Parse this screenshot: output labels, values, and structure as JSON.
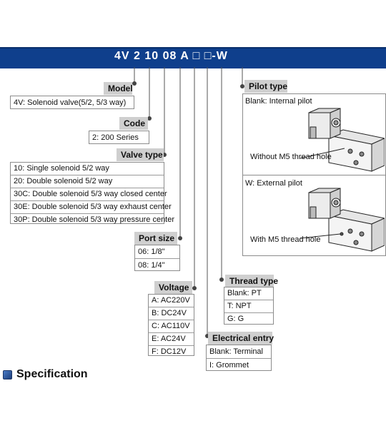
{
  "model_code": "4V 2 10 08 A □ □-W",
  "model": {
    "title": "Model",
    "rows": [
      "4V: Solenoid valve(5/2, 5/3 way)"
    ]
  },
  "code": {
    "title": "Code",
    "rows": [
      "2: 200 Series"
    ]
  },
  "valve_type": {
    "title": "Valve type",
    "rows": [
      "10: Single solenoid 5/2 way",
      "20: Double solenoid 5/2 way",
      "30C: Double solenoid 5/3 way closed center",
      "30E: Double solenoid 5/3 way exhaust center",
      "30P: Double solenoid 5/3 way pressure center"
    ]
  },
  "port_size": {
    "title": "Port size",
    "rows": [
      "06: 1/8\"",
      "08: 1/4\""
    ]
  },
  "voltage": {
    "title": "Voltage",
    "rows": [
      "A: AC220V",
      "B: DC24V",
      "C: AC110V",
      "E: AC24V",
      "F: DC12V"
    ]
  },
  "electrical_entry": {
    "title": "Electrical entry",
    "rows": [
      "Blank: Terminal",
      "I: Grommet"
    ]
  },
  "thread_type": {
    "title": "Thread type",
    "rows": [
      "Blank: PT",
      "T: NPT",
      "G: G"
    ]
  },
  "pilot_type": {
    "title": "Pilot type",
    "internal": "Blank: Internal pilot",
    "internal_note": "Without M5 thread hole",
    "external": "W: External pilot",
    "external_note": "With M5 thread hole"
  },
  "specification": "Specification",
  "colors": {
    "header_bar": "#0f3f8c",
    "label_bg": "#cfcfcf"
  }
}
